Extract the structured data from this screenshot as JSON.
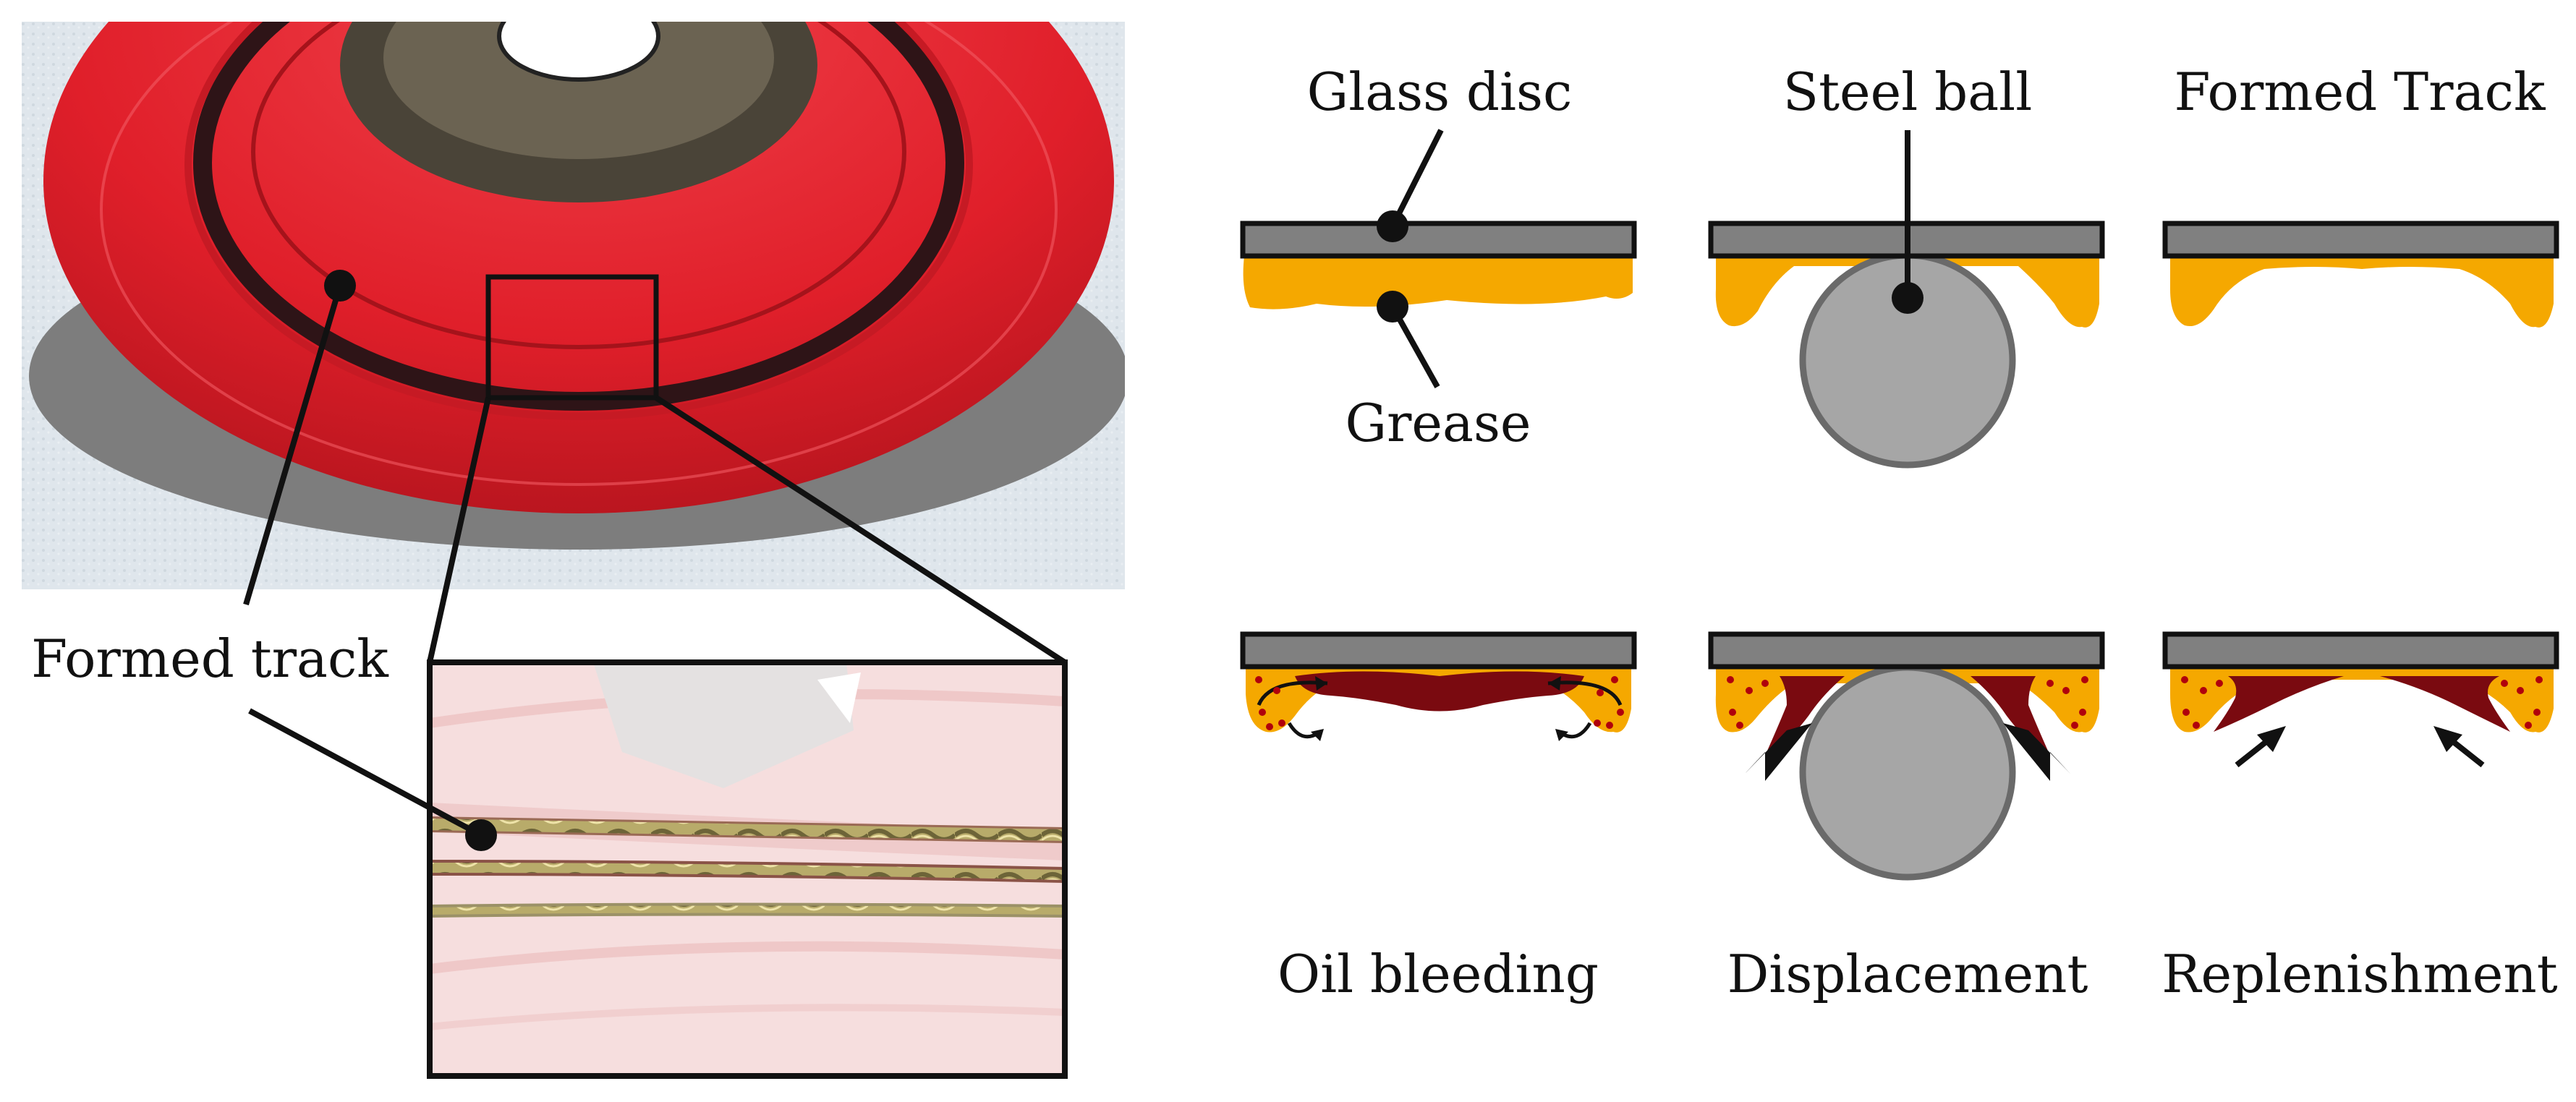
{
  "photo": {
    "callout_label": "Formed track"
  },
  "top_row": {
    "glass_disc_label": "Glass disc",
    "grease_label": "Grease",
    "steel_ball_label": "Steel ball",
    "formed_track_label": "Formed Track"
  },
  "bottom_row": {
    "oil_bleeding_label": "Oil bleeding",
    "displacement_label": "Displacement",
    "replenishment_label": "Replenishment"
  },
  "colors": {
    "disc_red": "#e8202b",
    "glass": "#808080",
    "grease": "#f5a800",
    "oil": "#7a0a10",
    "ball": "#a6a6a6",
    "ball_stroke": "#6a6a6a"
  }
}
